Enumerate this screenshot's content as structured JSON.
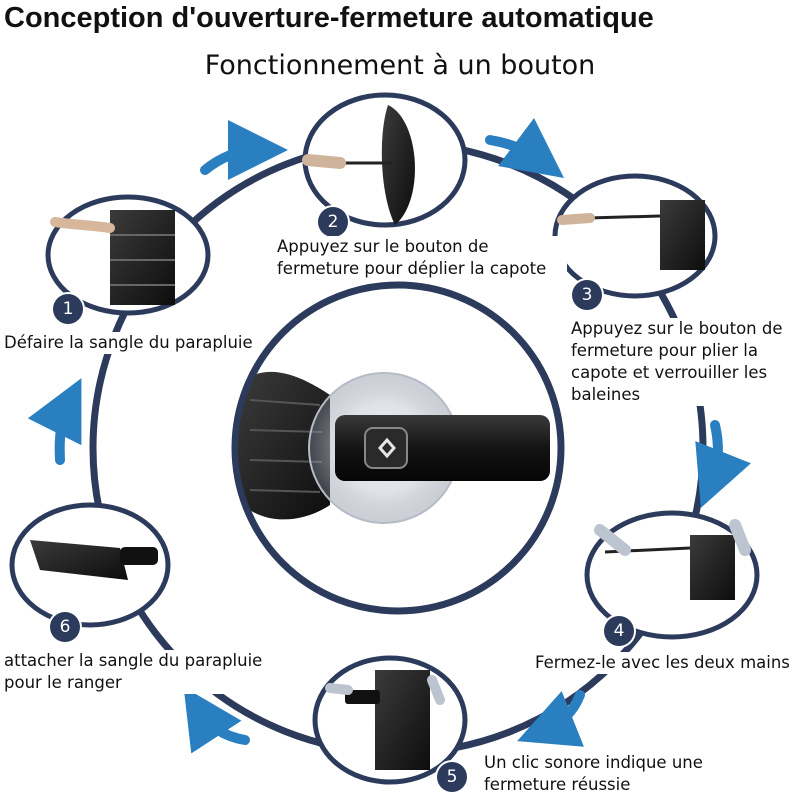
{
  "title": "Conception d'ouverture-fermeture automatique",
  "subtitle": "Fonctionnement à un bouton",
  "colors": {
    "ring": "#2c3a5c",
    "arrow": "#2a7fc1",
    "umbrella": "#1c1c1c"
  },
  "steps": [
    {
      "number": "1",
      "text": "Défaire la sangle du parapluie",
      "icon": "strapped-umbrella-photo"
    },
    {
      "number": "2",
      "text": "Appuyez sur le bouton de\nfermeture pour déplier la capote",
      "icon": "open-umbrella-photo"
    },
    {
      "number": "3",
      "text": "Appuyez sur le bouton de\nfermeture pour plier la\ncapote et verrouiller les\nbaleines",
      "icon": "folded-umbrella-photo"
    },
    {
      "number": "4",
      "text": "Fermez-le avec les deux mains",
      "icon": "pressing-umbrella-photo"
    },
    {
      "number": "5",
      "text": "Un clic sonore indique une\nfermeture réussie",
      "icon": "closing-umbrella-photo"
    },
    {
      "number": "6",
      "text": "attacher la sangle du parapluie\npour le ranger",
      "icon": "strapped-closed-umbrella-photo"
    }
  ]
}
